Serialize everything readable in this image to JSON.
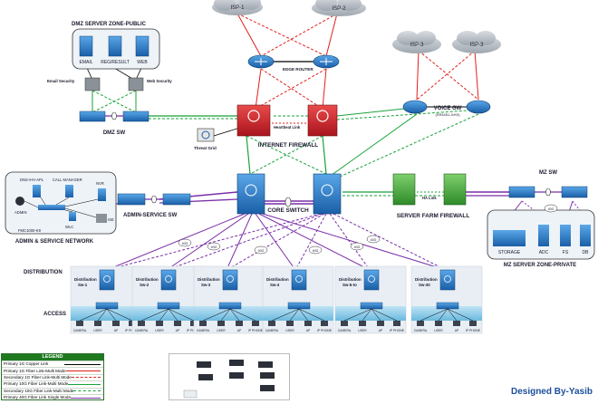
{
  "labels": {
    "isp1": "ISP-1",
    "isp2": "ISP-2",
    "isp3a": "ISP-3",
    "isp3b": "ISP-3",
    "dmz_zone": "DMZ SERVER ZONE-PUBLIC",
    "email": "EMAIL",
    "reg": "REG/RESULT",
    "web": "WEB",
    "email_security": "Email Security",
    "web_security": "Web Security",
    "dmz_sw": "DMZ SW",
    "edge_router": "EDGE ROUTER",
    "heartbeat": "Heartbeat Link",
    "internet_fw": "INTERNET FIREWALL",
    "voice_gw": "VOICE GW",
    "voice_gw_sub": "(SR4451-X/K9)",
    "threat_grid": "Threat Grid",
    "mz_sw": "MZ SW",
    "dns": "DNS+HV-APL",
    "call_manager": "CALL MANAGER",
    "nvr": "NVR",
    "admin": "ADMIN",
    "fmc": "FMC1000-K9",
    "wlc": "WLC",
    "ise": "ISE",
    "admin_service_sw": "ADMIN-SERVICE SW",
    "admin_network": "ADMIN & SERVICE NETWORK",
    "core_switch": "CORE SWITCH",
    "ha_link": "HA Link",
    "server_farm_fw": "SERVER FARM FIREWALL",
    "storage": "STORAGE",
    "adc": "ADC",
    "fs": "FS",
    "db": "DB",
    "mz_zone": "MZ SERVER ZONE-PRIVATE",
    "forty_g": "40G",
    "distribution": "DISTRIBUTION",
    "access": "ACCESS",
    "designer": "Designed By-Yasib"
  },
  "distribution_blocks": [
    {
      "name": "Distribution\nSw-1",
      "line1": "Distribution",
      "line2": "Sw-1"
    },
    {
      "name": "Distribution\nSw-2",
      "line1": "Distribution",
      "line2": "Sw-2"
    },
    {
      "name": "Distribution\nSw-3",
      "line1": "Distribution",
      "line2": "Sw-3"
    },
    {
      "name": "Distribution\nSw-4",
      "line1": "Distribution",
      "line2": "Sw-4"
    },
    {
      "name": "Distribution\nSw-5-to",
      "line1": "Distribution",
      "line2": "Sw-5-to"
    },
    {
      "name": "Distribution\nSw-30",
      "line1": "Distribution",
      "line2": "Sw-30"
    }
  ],
  "access_devices": [
    "CAMERA",
    "USER",
    "AP",
    "IP PHONE"
  ],
  "legend": {
    "title": "LEGEND",
    "items": [
      {
        "label": "Primary 1G Copper Link",
        "color": "#000000",
        "style": "solid"
      },
      {
        "label": "Primary 1G Fiber Link-Multi Mode",
        "color": "#e0201b",
        "style": "solid"
      },
      {
        "label": "Secondary 1G Fiber Link-Multi Mode",
        "color": "#e0201b",
        "style": "dashed"
      },
      {
        "label": "Primary 10G Fiber Link-Multi Mode",
        "color": "#18a23a",
        "style": "solid"
      },
      {
        "label": "Secondary 10G Fiber Link-Multi Mode",
        "color": "#18a23a",
        "style": "dashed"
      },
      {
        "label": "Primary 40G Fiber Link Single Mode",
        "color": "#7b2fa8",
        "style": "solid"
      }
    ]
  },
  "colors": {
    "red": "#e0201b",
    "green": "#18a23a",
    "purple": "#7b2fa8",
    "switch_blue": "#1e73be",
    "firewall_red": "#c8202a",
    "firewall_green": "#3fa03a",
    "zone_bg": "#eef3f8"
  }
}
